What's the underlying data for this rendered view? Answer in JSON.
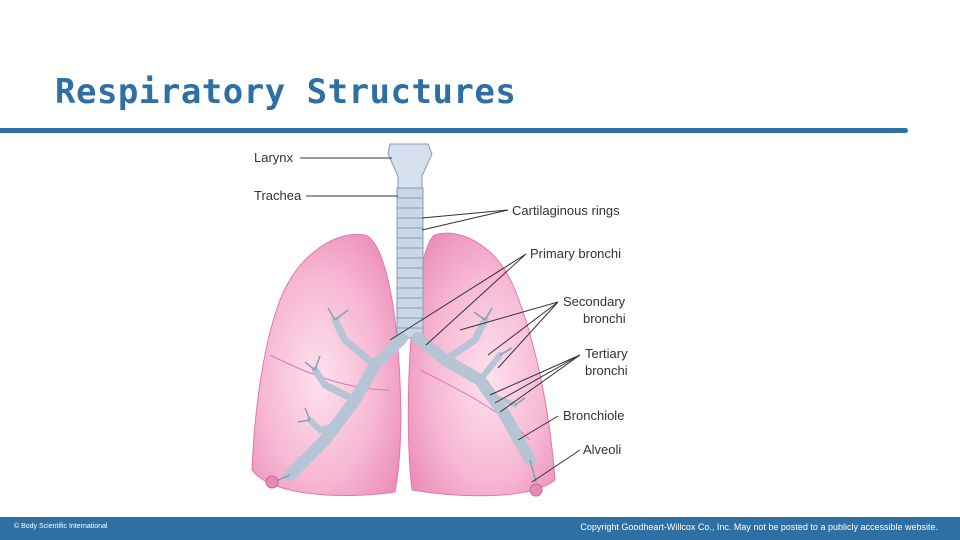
{
  "slide": {
    "title": "Respiratory Structures"
  },
  "labels": {
    "larynx": "Larynx",
    "trachea": "Trachea",
    "cartilaginous_rings": "Cartilaginous rings",
    "primary_bronchi": "Primary bronchi",
    "secondary_1": "Secondary",
    "secondary_2": "bronchi",
    "tertiary_1": "Tertiary",
    "tertiary_2": "bronchi",
    "bronchiole": "Bronchiole",
    "alveoli": "Alveoli"
  },
  "footer": {
    "credit": "© Body Scientific International",
    "copyright": "Copyright Goodheart-Willcox Co., Inc. May not be posted to a publicly accessible website."
  },
  "colors": {
    "accent": "#2e6fa4",
    "lung": "#f7b8d3",
    "airway": "#c9d6e6"
  }
}
